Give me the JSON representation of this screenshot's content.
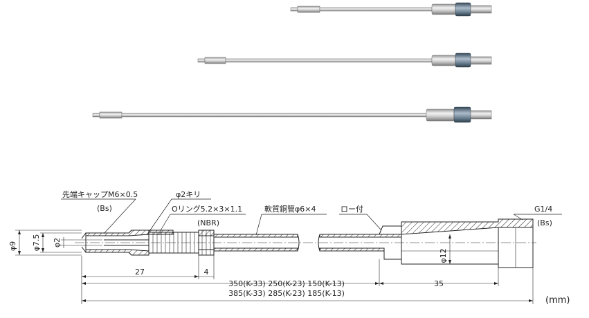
{
  "labels": {
    "tip_cap": "先端キャップM6×0.5",
    "tip_cap_material": "(Bs)",
    "drill": "φ2キリ",
    "oring": "Oリング5.2×3×1.1",
    "oring_material": "(NBR)",
    "soft_copper": "軟質銅管φ6×4",
    "brazing": "ロー付",
    "thread": "G1/4",
    "thread_material": "(Bs)"
  },
  "dimensions": {
    "d9": "φ9",
    "d75": "φ7.5",
    "d2": "φ2",
    "d12": "φ12",
    "l27": "27",
    "l4": "4",
    "l35": "35",
    "length_mid": "350(K-33) 250(K-23) 150(K-13)",
    "length_total": "385(K-33) 285(K-23) 185(K-13)"
  },
  "unit": "(mm)",
  "colors": {
    "line": "#222222",
    "rod_light": "#eeeeee",
    "rod_dark": "#8a8a8a",
    "hex_blue": "#4d6678"
  }
}
